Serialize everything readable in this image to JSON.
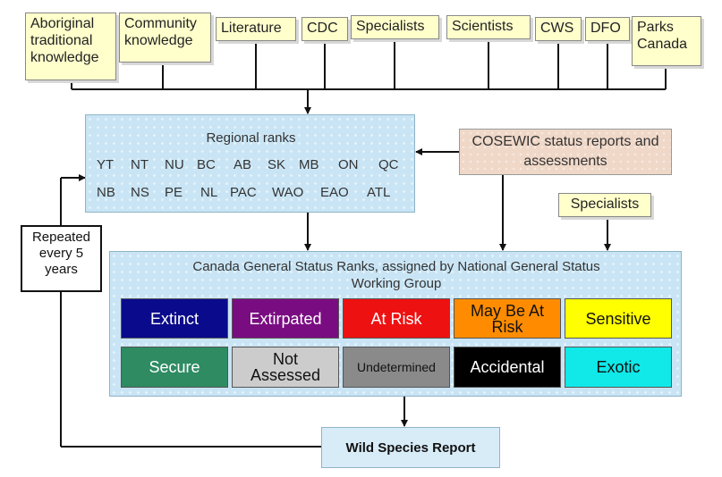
{
  "sources": [
    "Aboriginal traditional knowledge",
    "Community knowledge",
    "Literature",
    "CDC",
    "Specialists",
    "Scientists",
    "CWS",
    "DFO",
    "Parks Canada"
  ],
  "regional": {
    "title": "Regional ranks",
    "row1": [
      "YT",
      "NT",
      "NU",
      "BC",
      "AB",
      "SK",
      "MB",
      "ON",
      "QC"
    ],
    "row2": [
      "NB",
      "NS",
      "PE",
      "NL",
      "PAC",
      "WAO",
      "EAO",
      "ATL"
    ]
  },
  "cosewic": {
    "label": "COSEWIC status reports and assessments"
  },
  "specialists2": {
    "label": "Specialists"
  },
  "repeated": {
    "label": "Repeated every 5 years"
  },
  "general": {
    "title": "Canada General Status Ranks, assigned by National General Status Working Group",
    "ranks": [
      {
        "label": "Extinct",
        "bg": "#0a0a8c",
        "fg": "#ffffff"
      },
      {
        "label": "Extirpated",
        "bg": "#7a0c82",
        "fg": "#ffffff"
      },
      {
        "label": "At Risk",
        "bg": "#ee1111",
        "fg": "#ffffff"
      },
      {
        "label": "May Be At Risk",
        "bg": "#ff8c00",
        "fg": "#111111"
      },
      {
        "label": "Sensitive",
        "bg": "#ffff00",
        "fg": "#111111"
      },
      {
        "label": "Secure",
        "bg": "#2e8b62",
        "fg": "#ffffff"
      },
      {
        "label": "Not Assessed",
        "bg": "#cccccc",
        "fg": "#111111"
      },
      {
        "label": "Undetermined",
        "bg": "#8a8a8a",
        "fg": "#111111"
      },
      {
        "label": "Accidental",
        "bg": "#000000",
        "fg": "#ffffff"
      },
      {
        "label": "Exotic",
        "bg": "#11e8e8",
        "fg": "#111111"
      }
    ]
  },
  "report": {
    "label": "Wild Species Report"
  }
}
